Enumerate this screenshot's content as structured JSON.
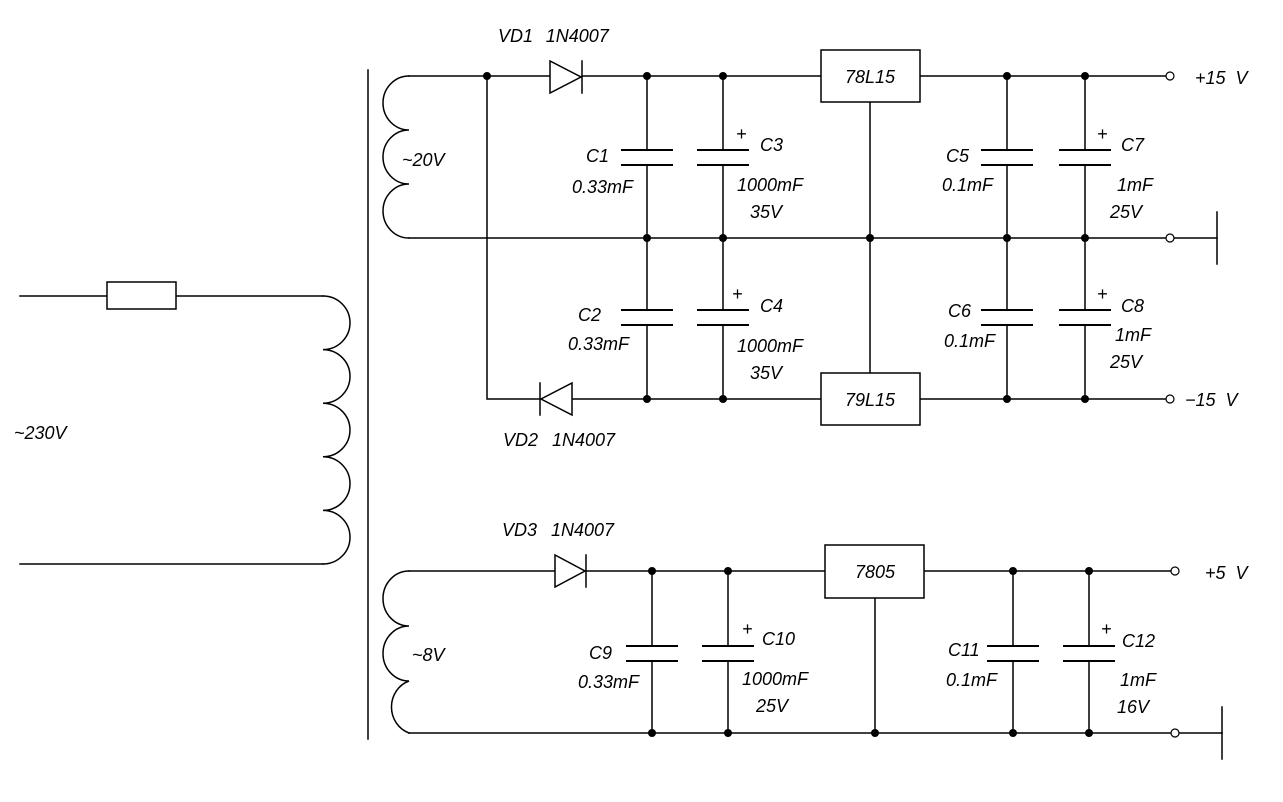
{
  "mains_label": "~230V",
  "secondary1_label": "~20V",
  "secondary2_label": "~8V",
  "diodes": [
    {
      "ref": "VD1",
      "part": "1N4007"
    },
    {
      "ref": "VD2",
      "part": "1N4007"
    },
    {
      "ref": "VD3",
      "part": "1N4007"
    }
  ],
  "regulators": {
    "u1": "78L15",
    "u2": "79L15",
    "u3": "7805"
  },
  "capacitors": [
    {
      "ref": "C1",
      "value": "0.33mF",
      "voltage": ""
    },
    {
      "ref": "C2",
      "value": "0.33mF",
      "voltage": ""
    },
    {
      "ref": "C3",
      "value": "1000mF",
      "voltage": "35V"
    },
    {
      "ref": "C4",
      "value": "1000mF",
      "voltage": "35V"
    },
    {
      "ref": "C5",
      "value": "0.1mF",
      "voltage": ""
    },
    {
      "ref": "C6",
      "value": "0.1mF",
      "voltage": ""
    },
    {
      "ref": "C7",
      "value": "1mF",
      "voltage": "25V"
    },
    {
      "ref": "C8",
      "value": "1mF",
      "voltage": "25V"
    },
    {
      "ref": "C9",
      "value": "0.33mF",
      "voltage": ""
    },
    {
      "ref": "C10",
      "value": "1000mF",
      "voltage": "25V"
    },
    {
      "ref": "C11",
      "value": "0.1mF",
      "voltage": ""
    },
    {
      "ref": "C12",
      "value": "1mF",
      "voltage": "16V"
    }
  ],
  "outputs": {
    "pos15": "+15  V",
    "neg15": "−15  V",
    "pos5": "+5  V"
  },
  "polarity_mark": "+"
}
